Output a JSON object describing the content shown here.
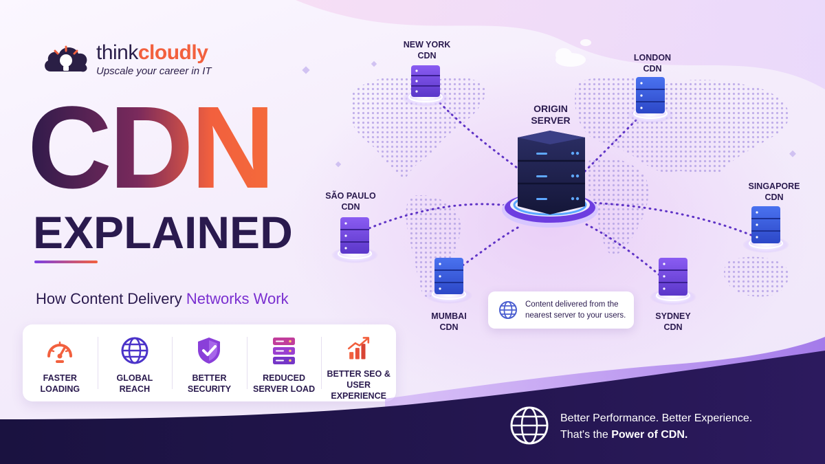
{
  "brand": {
    "name_think": "think",
    "name_cloudly": "cloudly",
    "tagline": "Upscale your career in IT"
  },
  "title": {
    "main": "CDN",
    "second": "EXPLAINED"
  },
  "subtitle": {
    "prefix": "How Content Delivery ",
    "accent": "Networks Work"
  },
  "features": [
    {
      "label": "FASTER\nLOADING",
      "icon": "speedometer-icon"
    },
    {
      "label": "GLOBAL\nREACH",
      "icon": "globe-icon"
    },
    {
      "label": "BETTER\nSECURITY",
      "icon": "shield-check-icon"
    },
    {
      "label": "REDUCED\nSERVER LOAD",
      "icon": "server-stack-icon"
    },
    {
      "label": "BETTER SEO &\nUSER EXPERIENCE",
      "icon": "bar-chart-growth-icon"
    }
  ],
  "diagram": {
    "origin": "ORIGIN\nSERVER",
    "nodes": {
      "new_york": "NEW YORK\nCDN",
      "london": "LONDON\nCDN",
      "sao_paulo": "SÃO PAULO\nCDN",
      "singapore": "SINGAPORE\nCDN",
      "mumbai": "MUMBAI\nCDN",
      "sydney": "SYDNEY\nCDN"
    },
    "info": "Content delivered from the nearest server to your users."
  },
  "footer": {
    "line1": "Better Performance. Better Experience.",
    "line2_prefix": "That's the ",
    "line2_strong": "Power of CDN."
  },
  "colors": {
    "accent_orange": "#f2603e",
    "dark_navy": "#2a1a4e",
    "purple": "#7a2fd0",
    "band": "#1e1446"
  }
}
